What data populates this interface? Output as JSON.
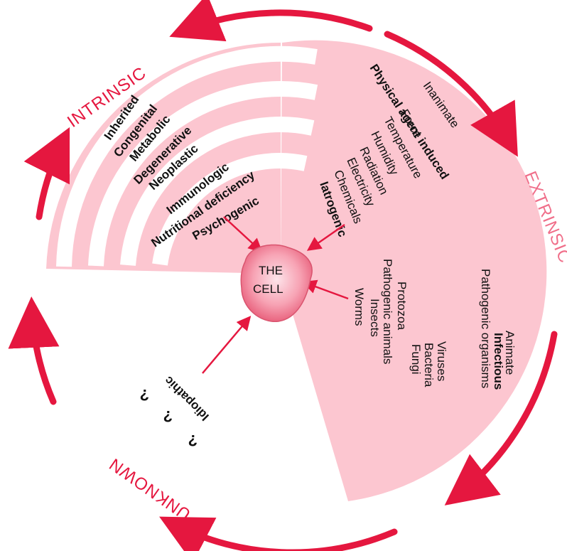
{
  "categories": {
    "intrinsic": "INTRINSIC",
    "extrinsic": "EXTRINSIC",
    "unknown": "UNKNOWN"
  },
  "center_label_1": "THE",
  "center_label_2": "CELL",
  "intrinsic_items": [
    "Inherited",
    "Congenital",
    "Metabolic",
    "Degenerative",
    "Neoplastic",
    "Immunologic",
    "Nutritional deficiency",
    "Psychogenic"
  ],
  "inanimate": {
    "header": "Inanimate",
    "group": "Physical agent induced",
    "items": [
      "Force",
      "Temperature",
      "Humidity",
      "Radiation",
      "Electricity",
      "Chemicals"
    ],
    "iatrogenic": "Iatrogenic"
  },
  "animate": {
    "header": "Animate",
    "group": "Infectious",
    "items": [
      "Pathogenic organisms",
      "Viruses",
      "Bacteria",
      "Fungi",
      "Protozoa",
      "Pathogenic animals",
      "Insects",
      "Worms"
    ]
  },
  "unknown_section": {
    "label": "Idiopathic",
    "marks": [
      "?",
      "?",
      "?"
    ]
  },
  "colors": {
    "arrow": "#e5173f",
    "pink_fill": "#fcc6d0",
    "cell_fill": "#f59aab",
    "extrinsic_text": "#f06f8a"
  }
}
